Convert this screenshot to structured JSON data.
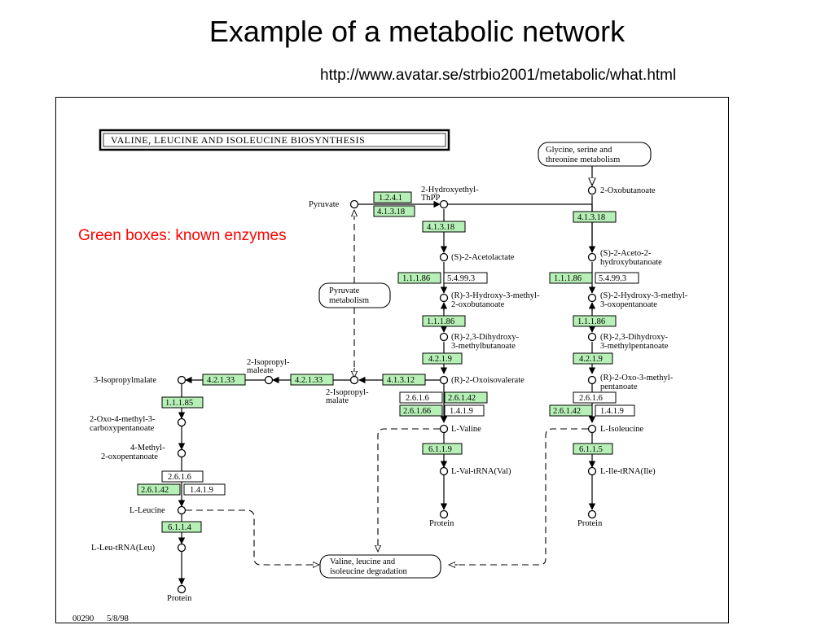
{
  "slide": {
    "title": "Example of a metabolic network",
    "url": "http://www.avatar.se/strbio2001/metabolic/what.html",
    "note": "Green boxes: known enzymes"
  },
  "diagram": {
    "title": "VALINE, LEUCINE AND ISOLEUCINE BIOSYNTHESIS",
    "footer": {
      "map_id": "00290",
      "date": "5/8/98"
    },
    "maps": {
      "glycine": [
        "Glycine, serine and",
        "threonine metabolism"
      ],
      "pyruvate": [
        "Pyruvate",
        "metabolism"
      ],
      "degradation": [
        "Valine, leucine and",
        "isoleucine degradation"
      ]
    },
    "compounds": {
      "pyruvate": [
        "Pyruvate"
      ],
      "hydroxyethyl_thpp": [
        "2-Hydroxyethyl-",
        "ThPP"
      ],
      "acetolactate": [
        "(S)-2-Acetolactate"
      ],
      "r3h3m2ob": [
        "(R)-3-Hydroxy-3-methyl-",
        "2-oxobutanoate"
      ],
      "dihydroxy_mb": [
        "(R)-2,3-Dihydroxy-",
        "3-methylbutanoate"
      ],
      "oxoisovalerate": [
        "(R)-2-Oxoisovalerate"
      ],
      "l_valine": [
        "L-Valine"
      ],
      "val_trna": [
        "L-Val-tRNA(Val)"
      ],
      "protein_val": [
        "Protein"
      ],
      "oxobutanoate": [
        "2-Oxobutanoate"
      ],
      "aceto_hb": [
        "(S)-2-Aceto-2-",
        "hydroxybutanoate"
      ],
      "s2h3m3op": [
        "(S)-2-Hydroxy-3-methyl-",
        "3-oxopentanoate"
      ],
      "dihydroxy_mp": [
        "(R)-2,3-Dihydroxy-",
        "3-methylpentanoate"
      ],
      "oxo3mp": [
        "(R)-2-Oxo-3-methyl-",
        "pentanoate"
      ],
      "l_isoleucine": [
        "L-Isoleucine"
      ],
      "ile_trna": [
        "L-Ile-tRNA(Ile)"
      ],
      "protein_ile": [
        "Protein"
      ],
      "isopropylmaleate": [
        "2-Isopropyl-",
        "maleate"
      ],
      "isopropylmalate2": [
        "2-Isopropyl-",
        "malate"
      ],
      "isopropylmalate3": [
        "3-Isopropylmalate"
      ],
      "oxo4m3cp": [
        "2-Oxo-4-methyl-3-",
        "carboxypentanoate"
      ],
      "methyl_op": [
        "4-Methyl-",
        "2-oxopentanoate"
      ],
      "l_leucine": [
        "L-Leucine"
      ],
      "leu_trna": [
        "L-Leu-tRNA(Leu)"
      ],
      "protein_leu": [
        "Protein"
      ]
    },
    "enzymes": {
      "e1241": "1.2.4.1",
      "e41318a": "4.1.3.18",
      "e41318b": "4.1.3.18",
      "e11186a": "1.1.1.86",
      "e5499a": "5.4.99.3",
      "e11186b": "1.1.1.86",
      "e4219a": "4.2.1.9",
      "e41312": "4.1.3.12",
      "e4213a": "4.2.1.33",
      "e4213b": "4.2.1.33",
      "e11185": "1.1.1.85",
      "e2616a": "2.6.1.6",
      "e26142a": "2.6.1.42",
      "e26166": "2.6.1.66",
      "e1419a": "1.4.1.9",
      "e6119": "6.1.1.9",
      "e41318c": "4.1.3.18",
      "e11186c": "1.1.1.86",
      "e5499b": "5.4.99.3",
      "e11186d": "1.1.1.86",
      "e4219b": "4.2.1.9",
      "e2616b": "2.6.1.6",
      "e26142b": "2.6.1.42",
      "e1419b": "1.4.1.9",
      "e6115": "6.1.1.5",
      "e2616c": "2.6.1.6",
      "e26142c": "2.6.1.42",
      "e1419c": "1.4.1.9",
      "e6114": "6.1.1.4"
    }
  }
}
